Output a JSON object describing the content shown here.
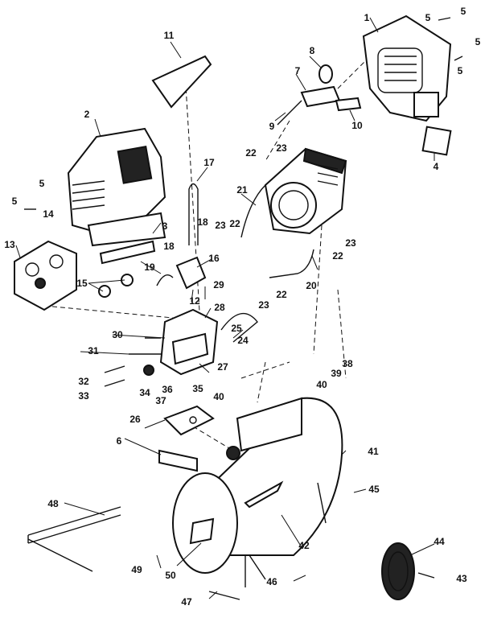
{
  "diagram": {
    "callouts": {
      "c1": "1",
      "c2": "2",
      "c3": "3",
      "c4": "4",
      "c5a": "5",
      "c5b": "5",
      "c5c": "5",
      "c5d": "5",
      "c5e": "5",
      "c5f": "5",
      "c6": "6",
      "c7": "7",
      "c8": "8",
      "c9": "9",
      "c10": "10",
      "c11": "11",
      "c12": "12",
      "c13": "13",
      "c14": "14",
      "c15": "15",
      "c16": "16",
      "c17": "17",
      "c18a": "18",
      "c18b": "18",
      "c19": "19",
      "c20": "20",
      "c21": "21",
      "c22a": "22",
      "c22b": "22",
      "c22c": "22",
      "c22d": "22",
      "c23a": "23",
      "c23b": "23",
      "c23c": "23",
      "c23d": "23",
      "c24": "24",
      "c25": "25",
      "c26": "26",
      "c27": "27",
      "c28": "28",
      "c29": "29",
      "c30": "30",
      "c31": "31",
      "c32": "32",
      "c33": "33",
      "c34": "34",
      "c35": "35",
      "c36": "36",
      "c37": "37",
      "c38": "38",
      "c39": "39",
      "c40a": "40",
      "c40b": "40",
      "c41": "41",
      "c42": "42",
      "c43": "43",
      "c44": "44",
      "c45": "45",
      "c46": "46",
      "c47": "47",
      "c48": "48",
      "c49": "49",
      "c50": "50"
    }
  }
}
